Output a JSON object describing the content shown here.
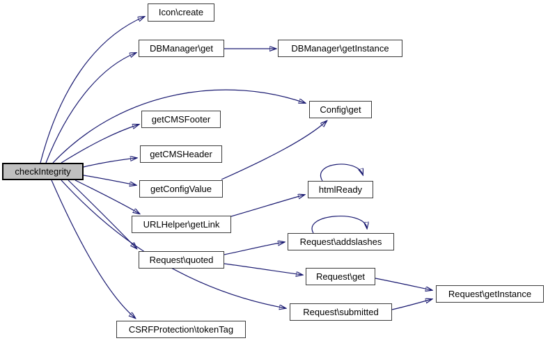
{
  "diagram": {
    "type": "call-graph",
    "colors": {
      "edge": "#191970",
      "node_fill": "#ffffff",
      "node_border": "#3a3a3a",
      "focus_node_fill": "#c0c0c0",
      "focus_node_border": "#000000",
      "background": "#ffffff"
    },
    "nodes": {
      "check_integrity": "checkIntegrity",
      "icon_create": "Icon\\create",
      "dbmanager_get": "DBManager\\get",
      "dbmanager_getinstance": "DBManager\\getInstance",
      "config_get": "Config\\get",
      "getcmsfooter": "getCMSFooter",
      "getcmsheader": "getCMSHeader",
      "getconfigvalue": "getConfigValue",
      "urlhelper_getlink": "URLHelper\\getLink",
      "htmlready": "htmlReady",
      "request_quoted": "Request\\quoted",
      "request_addslashes": "Request\\addslashes",
      "request_get": "Request\\get",
      "request_submitted": "Request\\submitted",
      "request_getinstance": "Request\\getInstance",
      "csrf_tokentag": "CSRFProtection\\tokenTag"
    },
    "edges": [
      {
        "from": "checkIntegrity",
        "to": "Icon\\create"
      },
      {
        "from": "checkIntegrity",
        "to": "DBManager\\get"
      },
      {
        "from": "checkIntegrity",
        "to": "Config\\get"
      },
      {
        "from": "checkIntegrity",
        "to": "getCMSFooter"
      },
      {
        "from": "checkIntegrity",
        "to": "getCMSHeader"
      },
      {
        "from": "checkIntegrity",
        "to": "getConfigValue"
      },
      {
        "from": "checkIntegrity",
        "to": "URLHelper\\getLink"
      },
      {
        "from": "checkIntegrity",
        "to": "Request\\quoted"
      },
      {
        "from": "checkIntegrity",
        "to": "Request\\submitted"
      },
      {
        "from": "checkIntegrity",
        "to": "CSRFProtection\\tokenTag"
      },
      {
        "from": "DBManager\\get",
        "to": "DBManager\\getInstance"
      },
      {
        "from": "getConfigValue",
        "to": "Config\\get"
      },
      {
        "from": "URLHelper\\getLink",
        "to": "htmlReady"
      },
      {
        "from": "htmlReady",
        "to": "htmlReady"
      },
      {
        "from": "Request\\quoted",
        "to": "Request\\addslashes"
      },
      {
        "from": "Request\\quoted",
        "to": "Request\\get"
      },
      {
        "from": "Request\\addslashes",
        "to": "Request\\addslashes"
      },
      {
        "from": "Request\\get",
        "to": "Request\\getInstance"
      },
      {
        "from": "Request\\submitted",
        "to": "Request\\getInstance"
      }
    ]
  }
}
